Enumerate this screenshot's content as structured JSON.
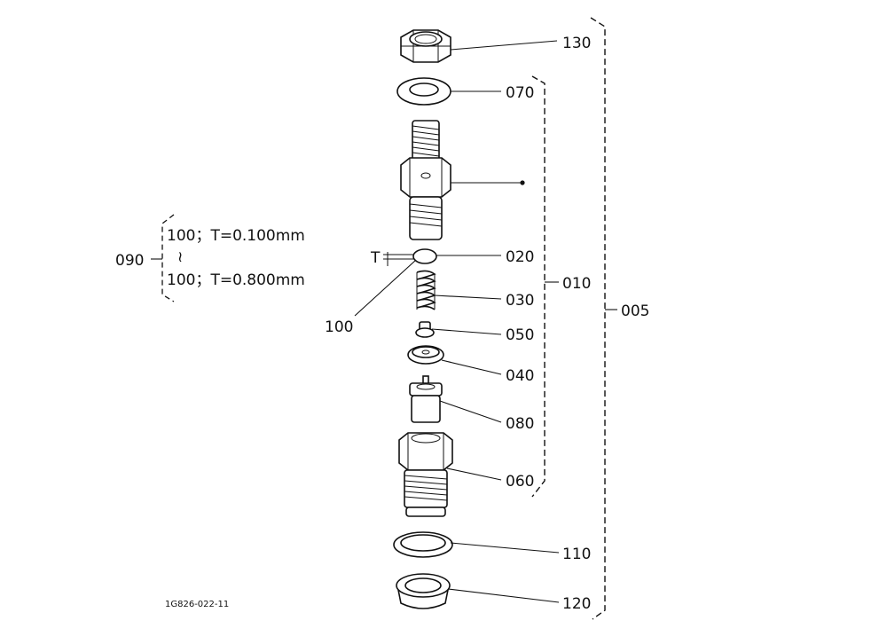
{
  "drawing_id": "1G826-022-11",
  "parts": {
    "p130": "130",
    "p070": "070",
    "p020": "020",
    "p030": "030",
    "p050": "050",
    "p040": "040",
    "p080": "080",
    "p060": "060",
    "p110": "110",
    "p120": "120",
    "p100": "100",
    "p090": "090"
  },
  "assemblies": {
    "a010": "010",
    "a005": "005"
  },
  "shim": {
    "min": "100；T=0.100mm",
    "range_mark": "≀",
    "max": "100；T=0.800mm",
    "thickness_symbol": "T"
  }
}
